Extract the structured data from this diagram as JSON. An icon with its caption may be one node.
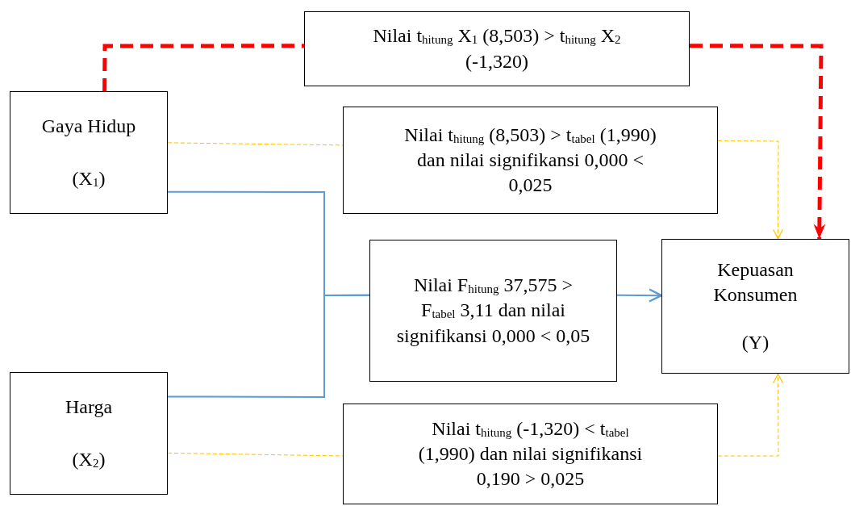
{
  "diagram": {
    "nodes": [
      {
        "text": [
          "Gaya Hidup",
          "(X$_{1}$)"
        ]
      },
      {
        "text": [
          "Harga",
          "(X$_{2}$)"
        ]
      },
      {
        "text": [
          "Kepuasan Konsumen",
          "(Y)"
        ]
      },
      {
        "text": [
          "Nilai t$_{hitung}$ X$_{1}$ (8,503) > t$_{hitung}$ X$_{2}$ (-1,320)"
        ]
      },
      {
        "text": [
          "Nilai t$_{hitung}$ (8,503) > t$_{tabel}$ (1,990) dan nilai signifikansi 0,000 < 0,025"
        ]
      },
      {
        "text": [
          "Nilai F$_{hitung}$ 37,575 > F$_{tabel}$ 3,11 dan nilai signifikansi 0,000 < 0,05"
        ]
      },
      {
        "text": [
          "Nilai t$_{hitung}$ (-1,320) < t$_{tabel}$ (1,990) dan nilai signifikansi 0,190 > 0,025"
        ]
      }
    ],
    "edges": [
      {
        "from": 0,
        "to": 3,
        "arrow": "none",
        "style": "dashed",
        "color": "#ff0000"
      },
      {
        "from": 3,
        "to": 2,
        "arrow": "to",
        "style": "dashed",
        "color": "#ff0000"
      },
      {
        "from": 0,
        "to": 4,
        "arrow": "none",
        "style": "dashed"
      },
      {
        "from": 4,
        "to": 2,
        "arrow": "to",
        "style": "dashed"
      },
      {
        "from": 1,
        "to": 6,
        "arrow": "none",
        "style": "dashed"
      },
      {
        "from": 6,
        "to": 2,
        "arrow": "to",
        "style": "dashed"
      },
      {
        "from": 0,
        "to": 5,
        "arrow": "none",
        "color": "#5b9bd5"
      },
      {
        "from": 1,
        "to": 5,
        "arrow": "none",
        "color": "#5b9bd5"
      },
      {
        "from": 5,
        "to": 2,
        "arrow": "to",
        "color": "#5b9bd5"
      }
    ]
  }
}
